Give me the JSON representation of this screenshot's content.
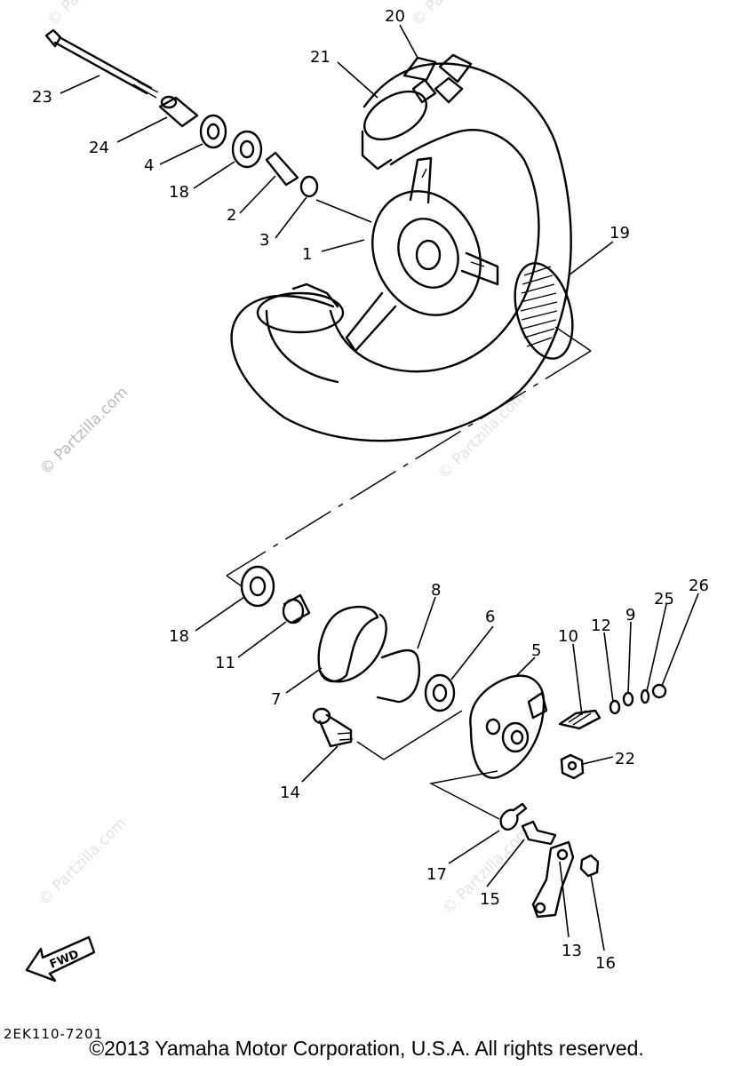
{
  "watermark": {
    "main": "© Partzilla.com",
    "faint": "© Partzilla.com"
  },
  "callouts": [
    "20",
    "21",
    "23",
    "24",
    "4",
    "18",
    "2",
    "3",
    "1",
    "19",
    "8",
    "6",
    "18",
    "11",
    "7",
    "5",
    "10",
    "12",
    "9",
    "25",
    "26",
    "22",
    "14",
    "17",
    "15",
    "13",
    "16"
  ],
  "fwd_label": "FWD",
  "diagram_code": "2EK110-7201",
  "copyright": "©2013 Yamaha Motor Corporation, U.S.A. All rights reserved."
}
